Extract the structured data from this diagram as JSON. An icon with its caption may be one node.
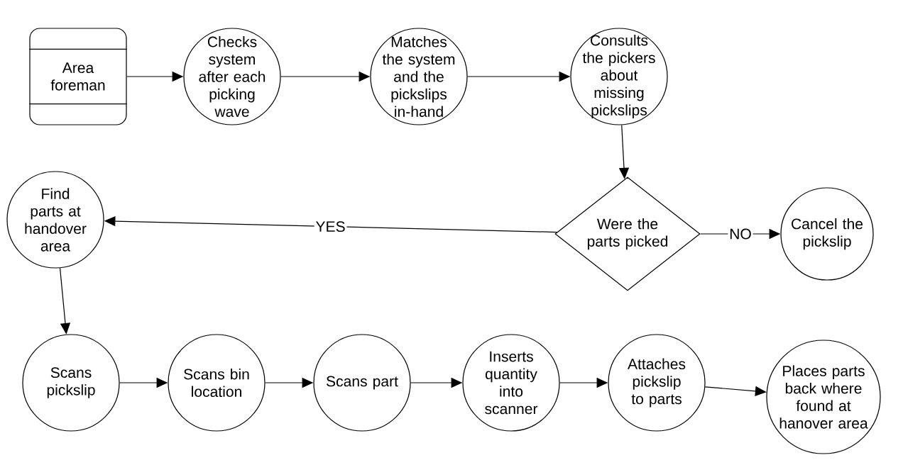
{
  "diagram": {
    "nodes": [
      {
        "text": [
          "Area foreman"
        ]
      },
      {
        "text": [
          "Checks system after each picking wave"
        ]
      },
      {
        "text": [
          "Matches the system and the pickslips in-hand"
        ]
      },
      {
        "text": [
          "Consults the pickers about missing pickslips"
        ]
      },
      {
        "text": [
          "Were the parts picked"
        ]
      },
      {
        "text": [
          "Cancel the pickslip"
        ]
      },
      {
        "text": [
          "Find parts at handover area"
        ]
      },
      {
        "text": [
          "Scans pickslip"
        ]
      },
      {
        "text": [
          "Scans bin location"
        ]
      },
      {
        "text": [
          "Scans part"
        ]
      },
      {
        "text": [
          "Inserts quantity into scanner"
        ]
      },
      {
        "text": [
          "Attaches pickslip to parts"
        ]
      },
      {
        "text": [
          "Places parts back where found at hanover area"
        ]
      }
    ],
    "edges": [
      {
        "from": 0,
        "to": 1,
        "arrow": "to"
      },
      {
        "from": 1,
        "to": 2,
        "arrow": "to"
      },
      {
        "from": 2,
        "to": 3,
        "arrow": "to"
      },
      {
        "from": 3,
        "to": 4,
        "arrow": "to"
      },
      {
        "from": 4,
        "to": 6,
        "arrow": "to",
        "label": "YES"
      },
      {
        "from": 4,
        "to": 5,
        "arrow": "to",
        "label": "NO"
      },
      {
        "from": 6,
        "to": 7,
        "arrow": "to"
      },
      {
        "from": 7,
        "to": 8,
        "arrow": "to"
      },
      {
        "from": 8,
        "to": 9,
        "arrow": "to"
      },
      {
        "from": 9,
        "to": 10,
        "arrow": "to"
      },
      {
        "from": 10,
        "to": 11,
        "arrow": "to"
      },
      {
        "from": 11,
        "to": 12,
        "arrow": "to"
      }
    ]
  }
}
